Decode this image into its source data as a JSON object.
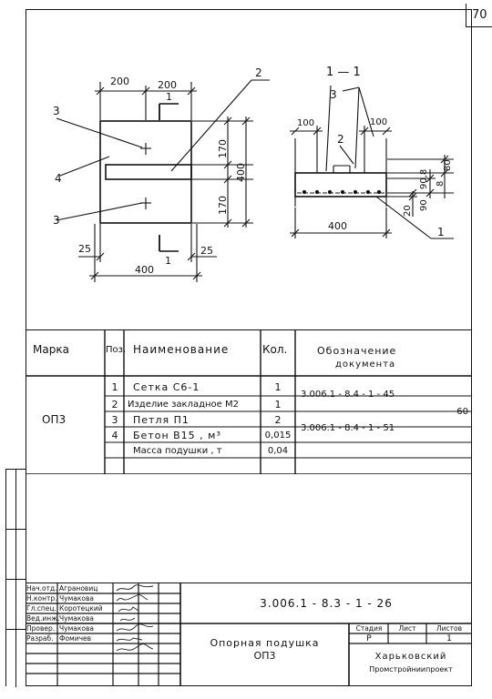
{
  "sheet": {
    "page_number": "70"
  },
  "drawing": {
    "plan": {
      "dim_top_left": "200",
      "dim_top_right": "200",
      "section_mark_top": "1",
      "section_mark_bottom": "1",
      "dim_right_upper": "170",
      "dim_right_total": "400",
      "dim_right_lower": "170",
      "dim_left_offset": "25",
      "dim_right_offset": "25",
      "dim_bottom_total": "400",
      "callout_2": "2",
      "callout_3_top": "3",
      "callout_4": "4",
      "callout_3_bottom": "3"
    },
    "section": {
      "title": "1 — 1",
      "callout_3": "3",
      "callout_2": "2",
      "callout_1": "1",
      "dim_left": "100",
      "dim_right": "100",
      "dim_80": "80",
      "dim_90_8": "90,8",
      "dim_90": "90",
      "dim_8": "8",
      "dim_20": "20",
      "dim_total": "400"
    }
  },
  "spec_table": {
    "headers": {
      "mark": "Марка",
      "pos": "Поз.",
      "name": "Наименование",
      "qty": "Кол.",
      "doc_line1": "Обозначение",
      "doc_line2": "документа"
    },
    "mark": "ОП3",
    "rows": [
      {
        "pos": "1",
        "name": "Сетка  С6-1",
        "qty": "1",
        "doc": "3.006.1 - 8.4 - 1 - 45"
      },
      {
        "pos": "2",
        "name": "Изделие закладное М2",
        "qty": "1",
        "doc": "- 60"
      },
      {
        "pos": "3",
        "name": "Петля  П1",
        "qty": "2",
        "doc": "3.006.1 - 8.4 - 1 - 51"
      },
      {
        "pos": "4",
        "name": "Бетон  В15 ,  м³",
        "qty": "0,015",
        "doc": ""
      },
      {
        "pos": "",
        "name": "Масса подушки , т",
        "qty": "0,04",
        "doc": ""
      }
    ]
  },
  "title_block": {
    "code": "3.006.1 - 8.3 - 1 - 26",
    "title_line1": "Опорная подушка",
    "title_line2": "ОП3",
    "stage_label": "Стадия",
    "sheet_label": "Лист",
    "sheets_label": "Листов",
    "stage_value": "Р",
    "sheets_value": "1",
    "org_line1": "Харьковский",
    "org_line2": "Промстройниипроект",
    "staff": [
      {
        "role": "Нач.отд.",
        "name": "Аграновиц"
      },
      {
        "role": "Н.контр.",
        "name": "Чумакова"
      },
      {
        "role": "Гл.спец.",
        "name": "Коротецкий"
      },
      {
        "role": "Вед.инж.",
        "name": "Чумакова"
      },
      {
        "role": "Провер.",
        "name": "Чумакова"
      },
      {
        "role": "Разраб.",
        "name": "Фомичев"
      }
    ]
  }
}
